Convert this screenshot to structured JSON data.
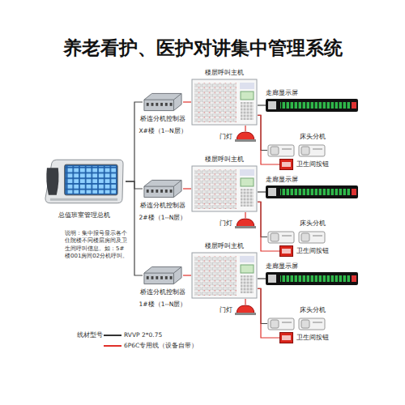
{
  "diagram": {
    "title": "养老看护、医护对讲集中管理系统",
    "nodes": [
      {
        "text": [
          "总值班室管理总机"
        ]
      },
      {
        "text": [
          "桥连分机控制器",
          "X#楼（1--N层）"
        ]
      },
      {
        "text": [
          "楼层呼叫主机"
        ]
      },
      {
        "text": [
          "门灯"
        ]
      },
      {
        "text": [
          "走廊显示屏"
        ]
      },
      {
        "text": [
          "床头分机"
        ]
      },
      {
        "text": [
          "卫生间按钮"
        ]
      },
      {
        "text": [
          "桥连分机控制器",
          "2#楼（1--N层）"
        ]
      },
      {
        "text": [
          "楼层呼叫主机"
        ]
      },
      {
        "text": [
          "门灯"
        ]
      },
      {
        "text": [
          "走廊显示屏"
        ]
      },
      {
        "text": [
          "床头分机"
        ]
      },
      {
        "text": [
          "卫生间按钮"
        ]
      },
      {
        "text": [
          "桥连分机控制器",
          "1#楼（1--N层）"
        ]
      },
      {
        "text": [
          "楼层呼叫主机"
        ]
      },
      {
        "text": [
          "门灯"
        ]
      },
      {
        "text": [
          "走廊显示屏"
        ]
      },
      {
        "text": [
          "床头分机"
        ]
      },
      {
        "text": [
          "卫生间按钮"
        ]
      }
    ],
    "edges": [
      {
        "from": 0,
        "to": 1,
        "arrow": "none"
      },
      {
        "from": 1,
        "to": 2,
        "arrow": "none"
      },
      {
        "from": 2,
        "to": 3,
        "arrow": "none"
      },
      {
        "from": 2,
        "to": 4,
        "arrow": "none"
      },
      {
        "from": 2,
        "to": 5,
        "arrow": "none"
      },
      {
        "from": 2,
        "to": 6,
        "arrow": "none"
      },
      {
        "from": 0,
        "to": 7,
        "arrow": "none"
      },
      {
        "from": 7,
        "to": 8,
        "arrow": "none"
      },
      {
        "from": 8,
        "to": 9,
        "arrow": "none"
      },
      {
        "from": 8,
        "to": 10,
        "arrow": "none"
      },
      {
        "from": 8,
        "to": 11,
        "arrow": "none"
      },
      {
        "from": 8,
        "to": 12,
        "arrow": "none"
      },
      {
        "from": 0,
        "to": 13,
        "arrow": "none"
      },
      {
        "from": 13,
        "to": 14,
        "arrow": "none"
      },
      {
        "from": 14,
        "to": 15,
        "arrow": "none"
      },
      {
        "from": 14,
        "to": 16,
        "arrow": "none"
      },
      {
        "from": 14,
        "to": 17,
        "arrow": "none"
      },
      {
        "from": 14,
        "to": 18,
        "arrow": "none"
      }
    ],
    "labels": [
      "说明：集中报号显示各个住院楼不同楼层房间及卫生间呼叫信息。如：5#楼001房间02分机呼叫。",
      "线材型号"
    ],
    "legend": [
      {
        "text": "RVVP 2*0.75",
        "color": "#333333"
      },
      {
        "text": "6P6C专用线（设备自带）",
        "color": "#e0302a"
      }
    ]
  }
}
